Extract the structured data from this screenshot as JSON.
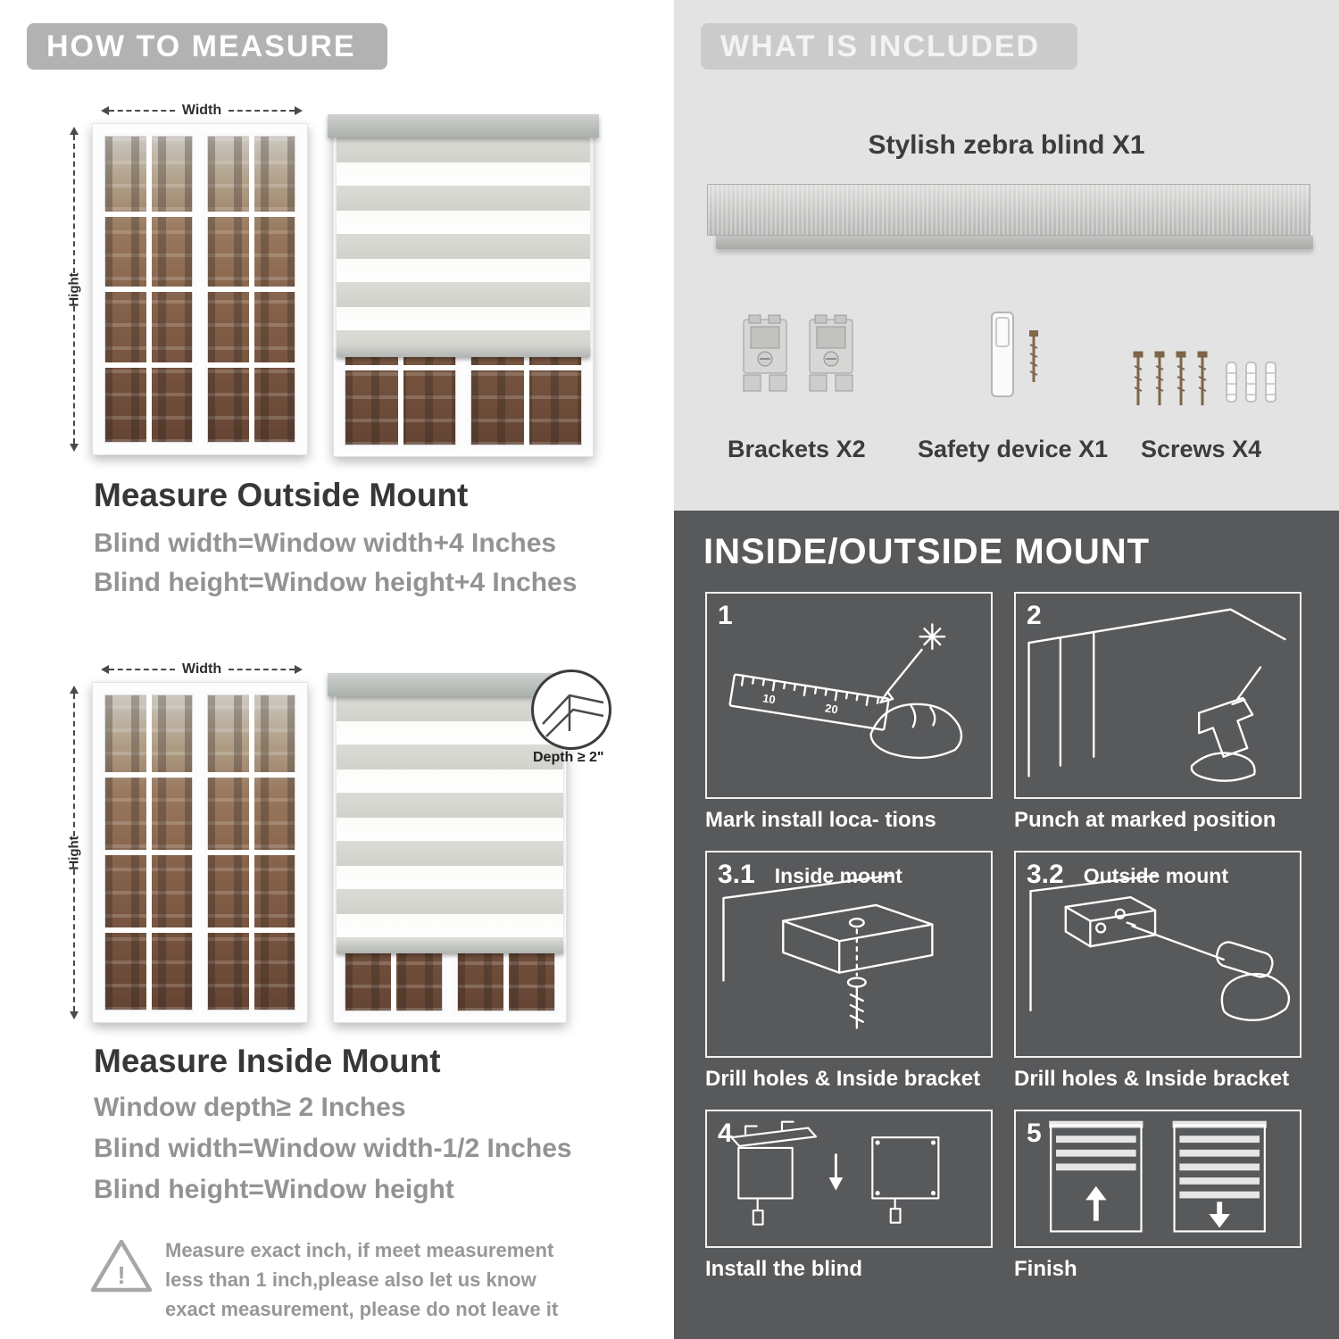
{
  "left": {
    "header": "HOW TO MEASURE",
    "outside": {
      "width_label": "Width",
      "height_label": "Hight",
      "title": "Measure Outside Mount",
      "lines": [
        "Blind width=Window width+4 Inches",
        "Blind height=Window height+4 Inches"
      ]
    },
    "inside": {
      "width_label": "Width",
      "height_label": "Hight",
      "depth_label": "Depth ≥ 2\"",
      "title": "Measure Inside Mount",
      "lines": [
        "Window depth≥ 2 Inches",
        "Blind width=Window width-1/2 Inches",
        "Blind height=Window height"
      ]
    },
    "warning": {
      "mark": "!",
      "text": "Measure exact inch, if meet measurement less than 1 inch,please also let us know exact measurement, please do not leave it"
    }
  },
  "right": {
    "included": {
      "header": "WHAT IS INCLUDED",
      "blind_label": "Stylish zebra blind X1",
      "items": [
        {
          "label": "Brackets X2"
        },
        {
          "label": "Safety device X1"
        },
        {
          "label": "Screws X4"
        }
      ]
    },
    "mount": {
      "header": "INSIDE/OUTSIDE MOUNT",
      "steps": [
        {
          "num": "1",
          "caption": "Mark install loca- tions",
          "ruler_numbers": [
            "10",
            "20"
          ]
        },
        {
          "num": "2",
          "caption": "Punch at  marked position"
        },
        {
          "num": "3.1",
          "label": "Inside mount",
          "caption": "Drill holes &  Inside bracket"
        },
        {
          "num": "3.2",
          "label": "Outside mount",
          "caption": "Drill holes &  Inside bracket"
        },
        {
          "num": "4",
          "caption": "Install the blind"
        },
        {
          "num": "5",
          "caption": "Finish"
        }
      ]
    }
  }
}
